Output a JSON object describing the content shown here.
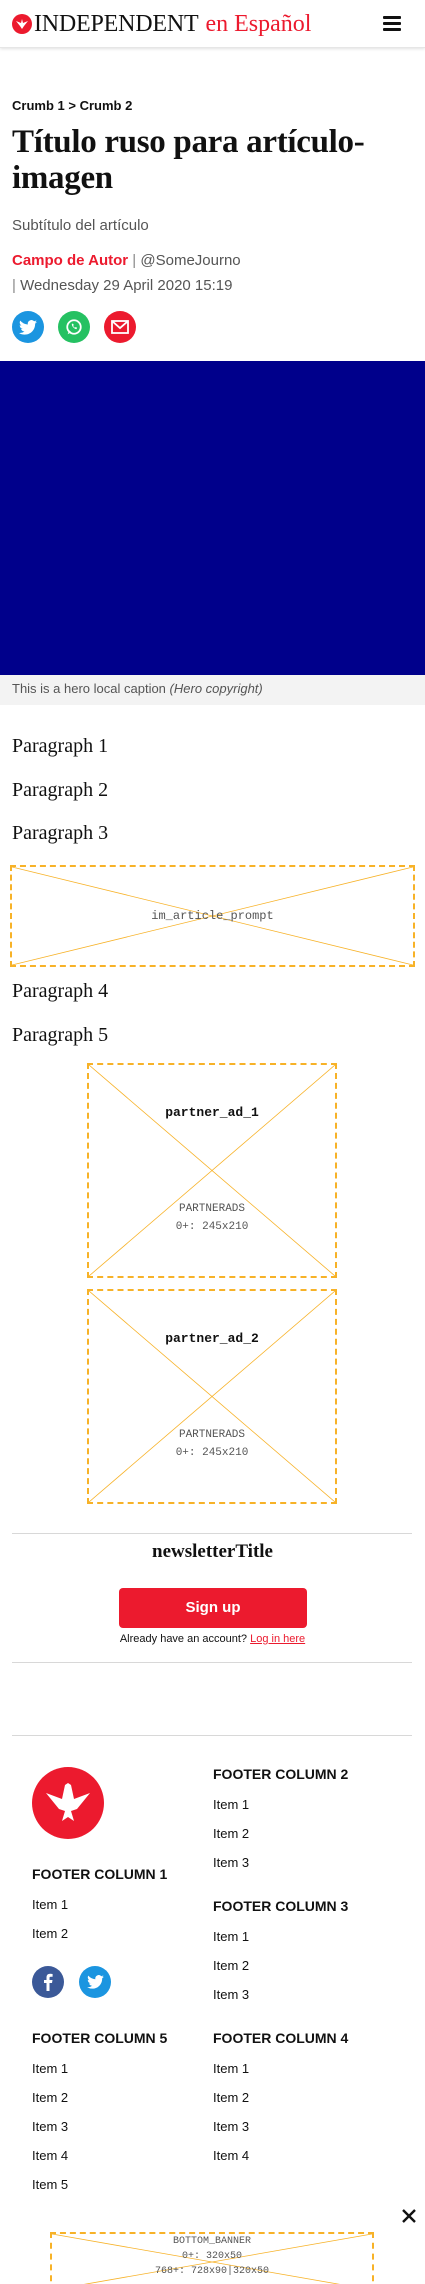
{
  "header": {
    "logo_text": "INDEPENDENT",
    "logo_sub": "en Español",
    "menu_icon": "hamburger-icon"
  },
  "article": {
    "breadcrumb": [
      "Crumb 1",
      "Crumb 2"
    ],
    "breadcrumb_separator": ">",
    "title": "Título ruso para artículo-imagen",
    "subtitle": "Subtítulo del artículo",
    "author": "Campo de Autor",
    "author_handle": "@SomeJourno",
    "date": "Wednesday 29 April 2020 15:19",
    "share_icons": [
      "twitter-icon",
      "whatsapp-icon",
      "email-icon"
    ],
    "hero_color": "#00008b",
    "hero_caption": "This is a hero local caption",
    "hero_copyright": "(Hero copyright)",
    "paragraphs": [
      "Paragraph 1",
      "Paragraph 2",
      "Paragraph 3",
      "Paragraph 4",
      "Paragraph 5"
    ]
  },
  "ads": {
    "in_article": "im_article_prompt",
    "partner_1": {
      "name": "partner_ad_1",
      "label": "PARTNERADS",
      "size": "0+: 245x210"
    },
    "partner_2": {
      "name": "partner_ad_2",
      "label": "PARTNERADS",
      "size": "0+: 245x210"
    },
    "bottom_banner": {
      "label": "BOTTOM_BANNER",
      "size_1": "0+: 320x50",
      "size_2": "768+: 728x90|320x50"
    }
  },
  "newsletter": {
    "title": "newsletterTitle",
    "signup_label": "Sign up",
    "login_prompt": "Already have an account?",
    "login_link": "Log in here"
  },
  "footer": {
    "col1": {
      "title": "FOOTER COLUMN 1",
      "items": [
        "Item 1",
        "Item 2"
      ]
    },
    "col2": {
      "title": "FOOTER COLUMN 2",
      "items": [
        "Item 1",
        "Item 2",
        "Item 3"
      ]
    },
    "col3": {
      "title": "FOOTER COLUMN 3",
      "items": [
        "Item 1",
        "Item 2",
        "Item 3"
      ]
    },
    "col4": {
      "title": "FOOTER COLUMN 4",
      "items": [
        "Item 1",
        "Item 2",
        "Item 3",
        "Item 4"
      ]
    },
    "col5": {
      "title": "FOOTER COLUMN 5",
      "items": [
        "Item 1",
        "Item 2",
        "Item 3",
        "Item 4",
        "Item 5"
      ]
    },
    "social_icons": [
      "facebook-icon",
      "twitter-icon"
    ]
  },
  "colors": {
    "accent": "#ec1a2e",
    "ad_border": "#f7b228",
    "twitter": "#1b95e0",
    "whatsapp": "#25c162",
    "facebook": "#3b5998"
  }
}
